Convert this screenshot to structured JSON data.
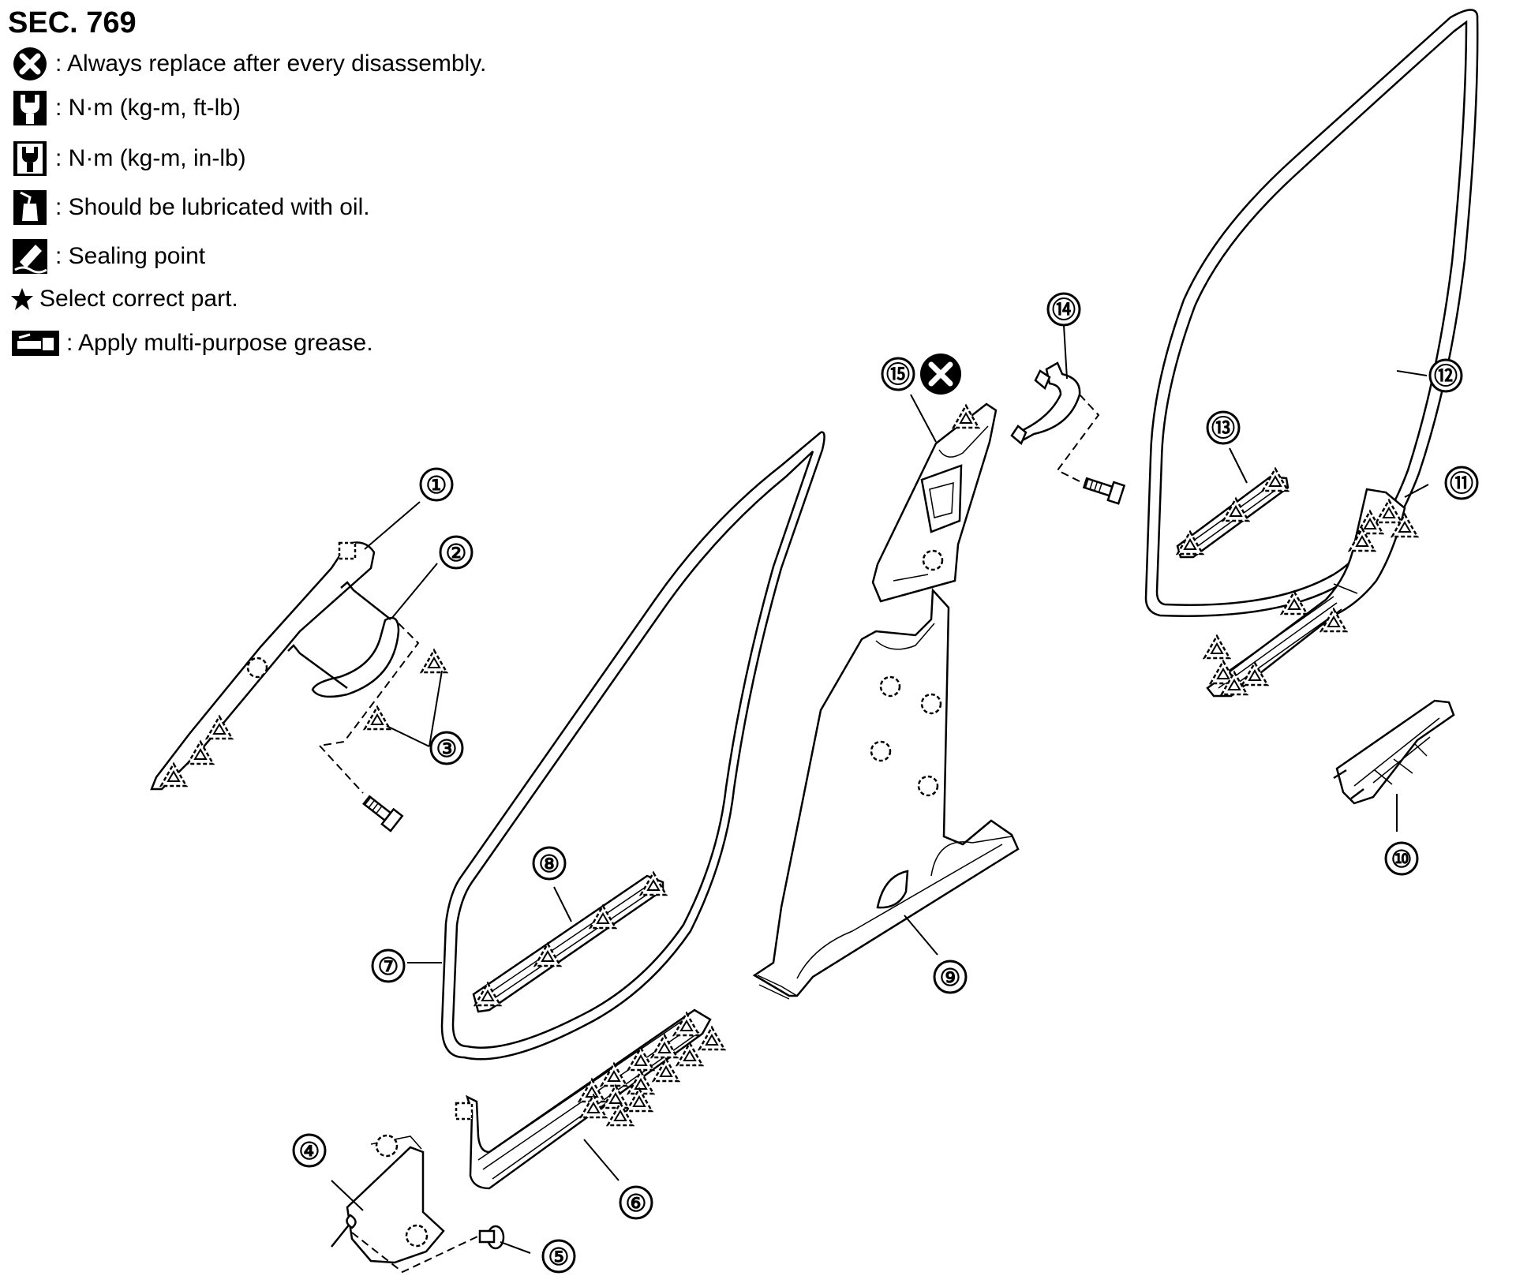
{
  "section": "SEC. 769",
  "legend": [
    {
      "icon": "x-circle-icon",
      "text": ": Always replace after every disassembly."
    },
    {
      "icon": "torque-wrench-ftlb-icon",
      "text": ": N·m (kg-m, ft-lb)"
    },
    {
      "icon": "torque-wrench-inlb-icon",
      "text": ": N·m (kg-m, in-lb)"
    },
    {
      "icon": "oil-can-icon",
      "text": ": Should be lubricated with oil."
    },
    {
      "icon": "sealant-icon",
      "text": ": Sealing point"
    },
    {
      "icon": "star-icon",
      "text": "Select correct part."
    },
    {
      "icon": "grease-gun-icon",
      "text": ": Apply multi-purpose grease."
    }
  ],
  "callouts": [
    "①",
    "②",
    "③",
    "④",
    "⑤",
    "⑥",
    "⑦",
    "⑧",
    "⑨",
    "⑩",
    "⑪",
    "⑫",
    "⑬",
    "⑭",
    "⑮"
  ],
  "colors": {
    "line": "#000000",
    "background": "#ffffff"
  }
}
